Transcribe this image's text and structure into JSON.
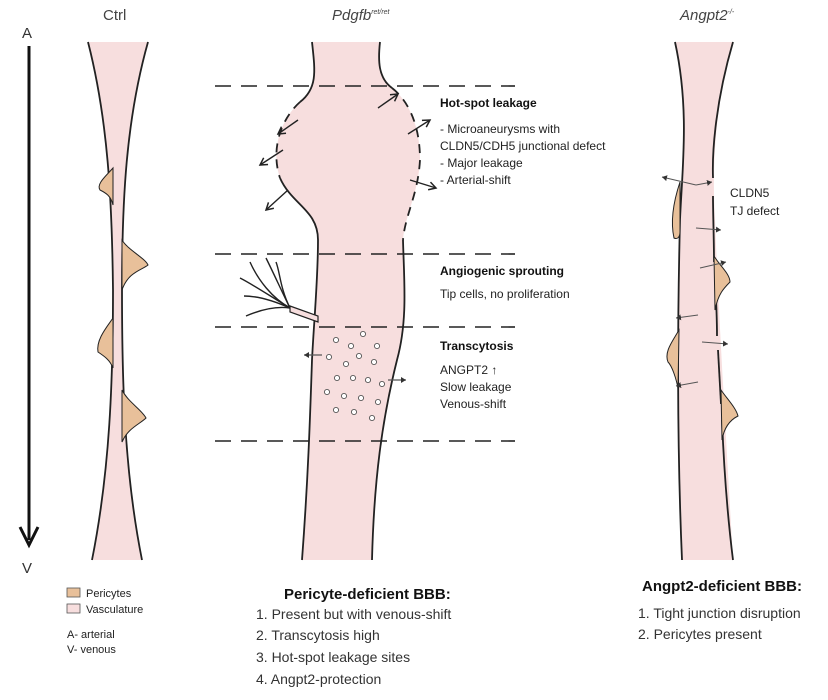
{
  "columns": {
    "ctrl": {
      "title": "Ctrl"
    },
    "pdgfb": {
      "title": "Pdgfb",
      "superscript": "ret/ret"
    },
    "angpt2": {
      "title": "Angpt2",
      "superscript": "-/-"
    }
  },
  "axis": {
    "top": "A",
    "bottom": "V"
  },
  "annotations": {
    "hotspot": {
      "title": "Hot-spot leakage",
      "lines": [
        "- Microaneurysms with",
        "CLDN5/CDH5 junctional defect",
        "- Major leakage",
        "- Arterial-shift"
      ]
    },
    "sprouting": {
      "title": "Angiogenic sprouting",
      "lines": [
        "Tip cells, no proliferation"
      ]
    },
    "transcytosis": {
      "title": "Transcytosis",
      "lines": [
        "ANGPT2 ↑",
        "Slow leakage",
        "Venous-shift"
      ]
    },
    "angpt2_defect": {
      "lines": [
        "CLDN5",
        "TJ defect"
      ]
    }
  },
  "legend": {
    "items": [
      {
        "label": "Pericytes",
        "color": "#e8c09a"
      },
      {
        "label": "Vasculature",
        "color": "#f7dede"
      }
    ],
    "notes": [
      "A- arterial",
      "V- venous"
    ]
  },
  "summaries": {
    "pericyte": {
      "title": "Pericyte-deficient BBB:",
      "items": [
        "1. Present but with venous-shift",
        "2. Transcytosis high",
        "3. Hot-spot leakage sites",
        "4. Angpt2-protection"
      ]
    },
    "angpt2": {
      "title": "Angpt2-deficient BBB:",
      "items": [
        "1. Tight junction disruption",
        "2. Pericytes present"
      ]
    }
  },
  "colors": {
    "pericyte": "#e8c09a",
    "vessel": "#f7dede",
    "outline": "#222222"
  }
}
